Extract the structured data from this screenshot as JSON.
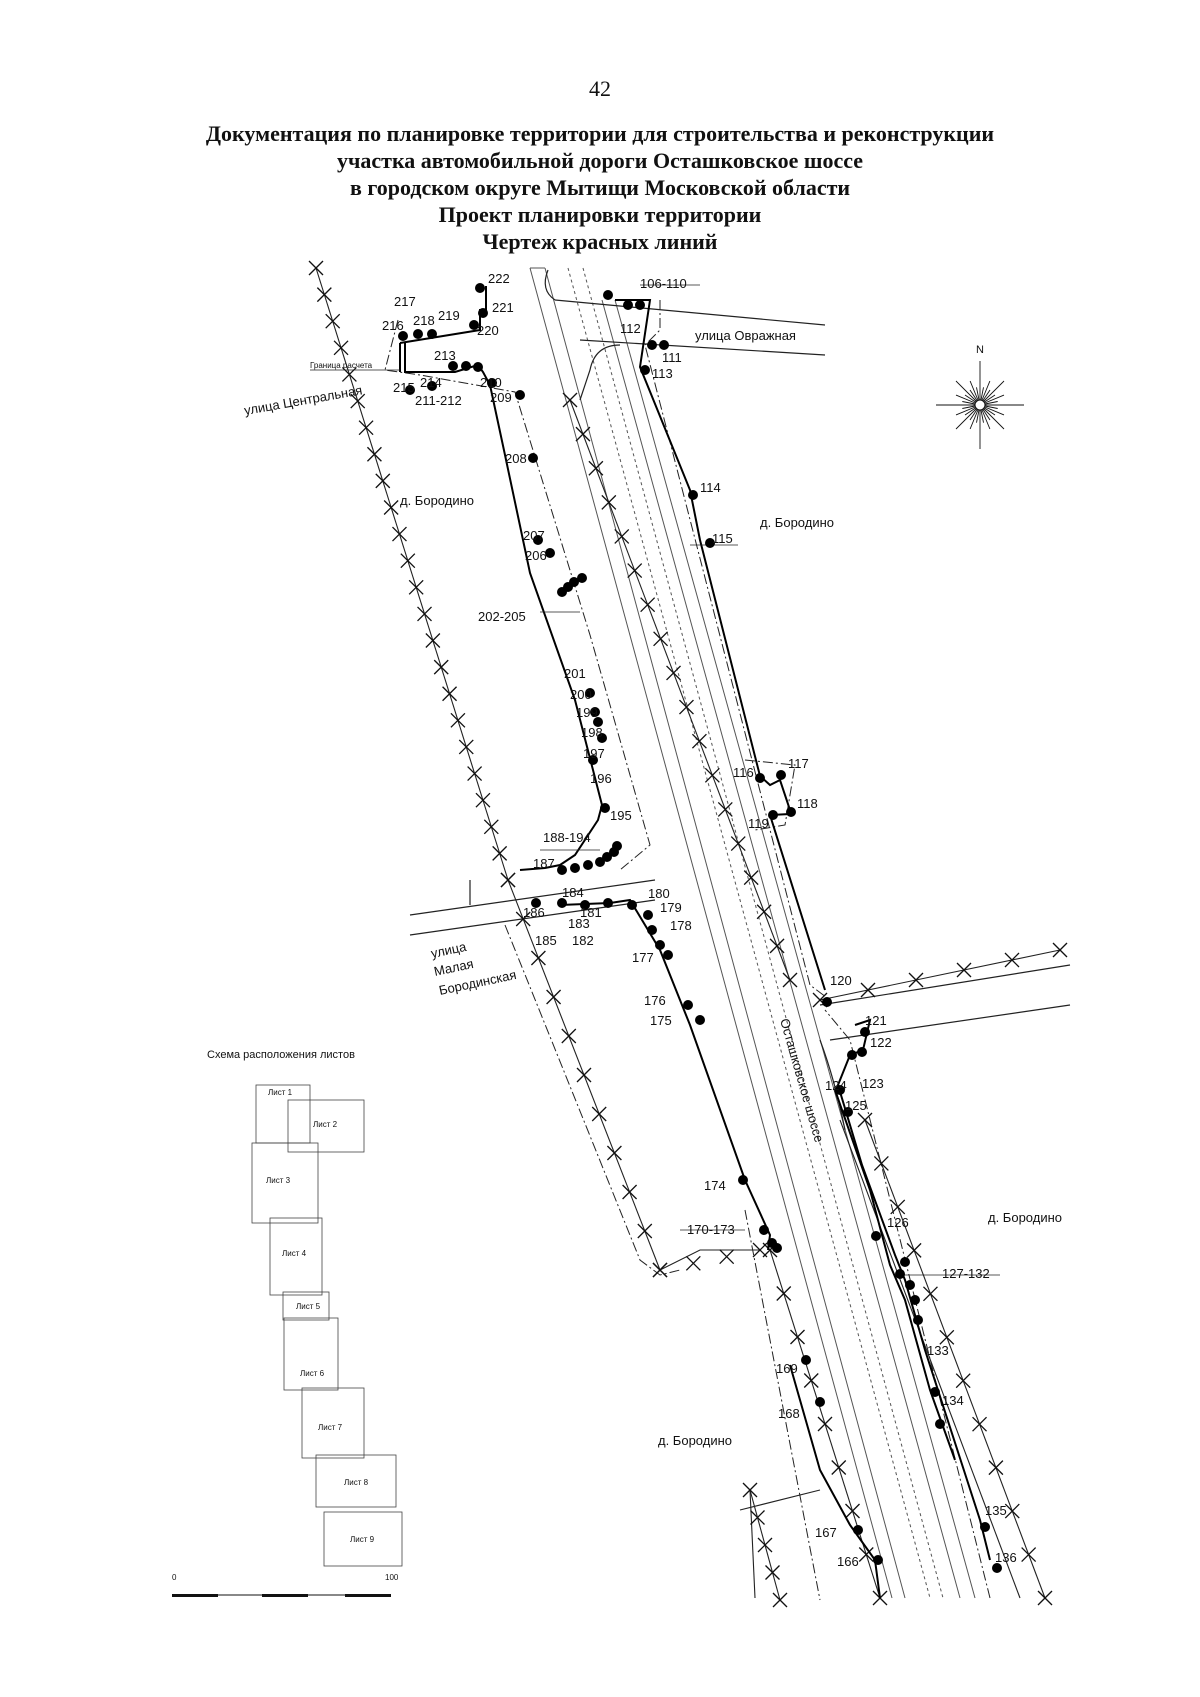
{
  "page_number": "42",
  "title_lines": [
    "Документация по планировке территории для строительства и реконструкции",
    "участка автомобильной дороги Осташковское шоссе",
    "в городском округе Мытищи Московской области",
    "Проект планировки территории",
    "Чертеж красных линий"
  ],
  "map": {
    "north_label": "N",
    "streets": {
      "ovrazhnaya": "улица Овражная",
      "tsentralnaya": "улица Центральная",
      "malaya_1": "улица",
      "malaya_2": "Малая",
      "malaya_3": "Бородинская",
      "ostashkovskoe": "Осташковское шоссе"
    },
    "settlements": {
      "borodino_west": "д. Бородино",
      "borodino_east_top": "д. Бородино",
      "borodino_east_mid": "д. Бородино",
      "borodino_south": "д. Бородино"
    },
    "boundary_label": "Граница расчета",
    "point_labels": {
      "p106_110": "106-110",
      "p111": "111",
      "p112": "112",
      "p113": "113",
      "p114": "114",
      "p115": "115",
      "p116": "116",
      "p117": "117",
      "p118": "118",
      "p119": "119",
      "p120": "120",
      "p121": "121",
      "p122": "122",
      "p123": "123",
      "p124": "124",
      "p125": "125",
      "p126": "126",
      "p127_132": "127-132",
      "p133": "133",
      "p134": "134",
      "p135": "135",
      "p136": "136",
      "p166": "166",
      "p167": "167",
      "p168": "168",
      "p169": "169",
      "p170_173": "170-173",
      "p174": "174",
      "p175": "175",
      "p176": "176",
      "p177": "177",
      "p178": "178",
      "p179": "179",
      "p180": "180",
      "p181": "181",
      "p182": "182",
      "p183": "183",
      "p184": "184",
      "p185": "185",
      "p186": "186",
      "p187": "187",
      "p188_194": "188-194",
      "p195": "195",
      "p196": "196",
      "p197": "197",
      "p198": "198",
      "p199": "199",
      "p200": "200",
      "p201": "201",
      "p202_205": "202-205",
      "p206": "206",
      "p207": "207",
      "p208": "208",
      "p209": "209",
      "p210": "210",
      "p211_212": "211-212",
      "p213": "213",
      "p214": "214",
      "p215": "215",
      "p216": "216",
      "p217": "217",
      "p218": "218",
      "p219": "219",
      "p220": "220",
      "p221": "221",
      "p222": "222"
    }
  },
  "sheet_scheme": {
    "title": "Схема расположения листов",
    "sheets": [
      "Лист 1",
      "Лист 2",
      "Лист 3",
      "Лист 4",
      "Лист 5",
      "Лист 6",
      "Лист 7",
      "Лист 8",
      "Лист 9"
    ],
    "scale_start": "0",
    "scale_end": "100"
  }
}
